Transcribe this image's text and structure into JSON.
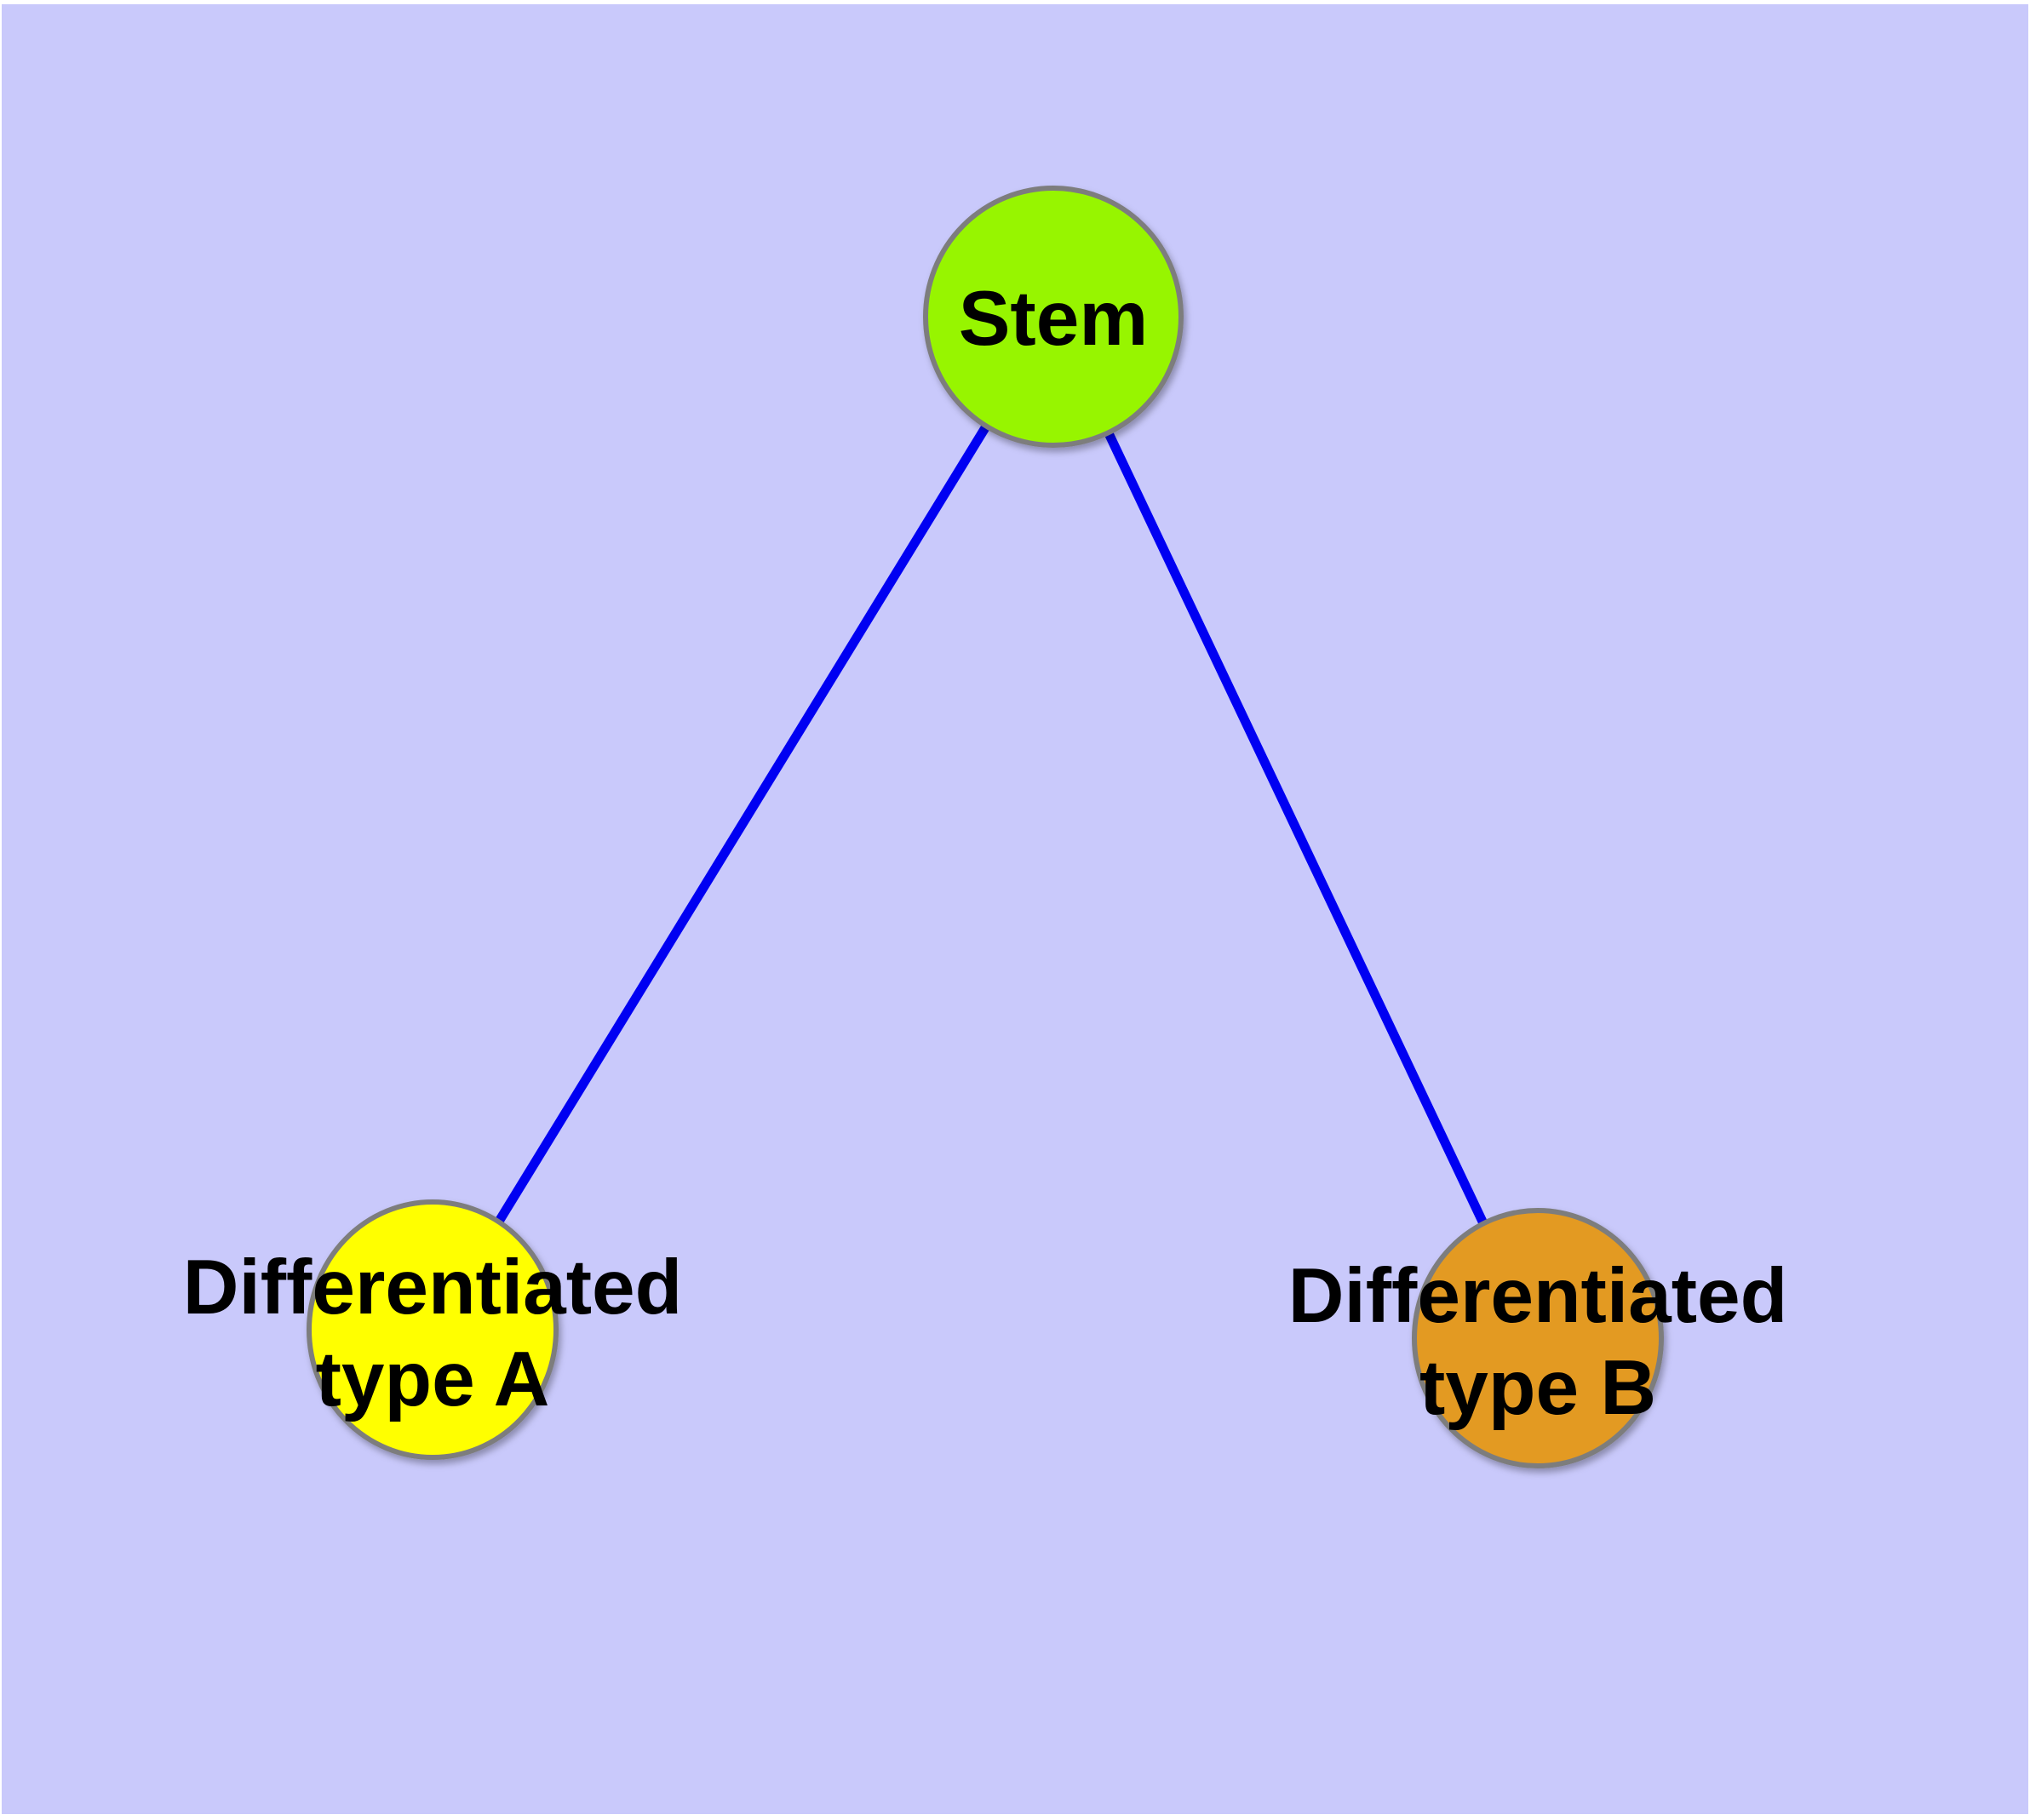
{
  "diagram": {
    "background_color": "#C9C9FB",
    "margin_color": "#FFFFFF",
    "edge_color": "#0000F2",
    "node_border_color": "#7D7D7D",
    "label_color": "#000000",
    "nodes": [
      {
        "id": "stem",
        "label": "Stem",
        "fill": "#97F500"
      },
      {
        "id": "differentiated-type-a",
        "label": "Differentiated type A",
        "label_line1": "Differentiated",
        "label_line2": "type A",
        "fill": "#FFFF00"
      },
      {
        "id": "differentiated-type-b",
        "label": "Differentiated type B",
        "label_line1": "Differentiated",
        "label_line2": "type B",
        "fill": "#E39A21"
      }
    ],
    "edges": [
      {
        "from": "Stem",
        "to": "Differentiated type A"
      },
      {
        "from": "Stem",
        "to": "Differentiated type B"
      }
    ]
  }
}
